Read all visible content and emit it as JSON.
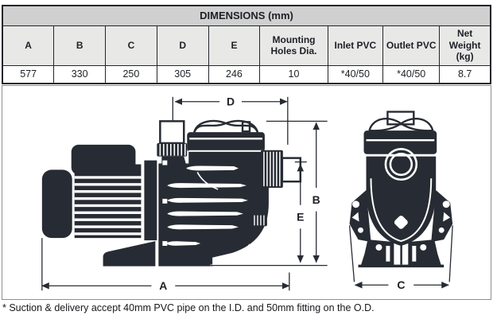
{
  "table": {
    "title": "DIMENSIONS (mm)",
    "columns": [
      "A",
      "B",
      "C",
      "D",
      "E",
      "Mounting Holes Dia.",
      "Inlet PVC",
      "Outlet PVC",
      "Net Weight (kg)"
    ],
    "values": [
      "577",
      "330",
      "250",
      "305",
      "246",
      "10",
      "*40/50",
      "*40/50",
      "8.7"
    ]
  },
  "diagram": {
    "labels": {
      "a": "A",
      "b": "B",
      "c": "C",
      "d": "D",
      "e": "E"
    }
  },
  "footnote": "* Suction & delivery accept 40mm PVC pipe on the I.D. and 50mm fitting on the O.D.",
  "colors": {
    "ink": "#272b33",
    "table_border": "#23262b",
    "table_title_bg": "#d0d0d0",
    "table_header_bg": "#e8e8e7",
    "diagram_border": "#8f8f8f"
  }
}
